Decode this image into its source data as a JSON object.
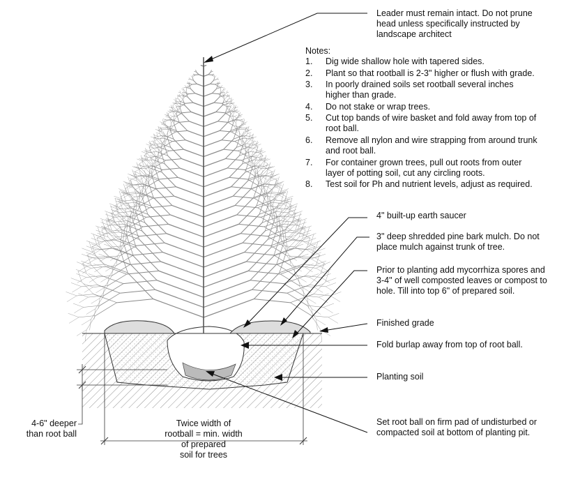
{
  "leader_note": [
    "Leader must remain intact. Do not prune",
    "head unless specifically instructed by",
    "landscape architect"
  ],
  "notes_heading": "Notes:",
  "notes": [
    {
      "num": "1.",
      "lines": [
        "Dig wide shallow hole with tapered sides."
      ]
    },
    {
      "num": "2.",
      "lines": [
        "Plant so that rootball is 2-3\" higher or flush with grade."
      ]
    },
    {
      "num": "3.",
      "lines": [
        "In poorly drained soils set rootball several inches",
        "higher than grade."
      ]
    },
    {
      "num": "4.",
      "lines": [
        "Do not stake or wrap trees."
      ]
    },
    {
      "num": "5.",
      "lines": [
        "Cut top bands of wire basket and fold away from top of",
        "root ball."
      ]
    },
    {
      "num": "6.",
      "lines": [
        "Remove all nylon and wire strapping from around trunk",
        "and root ball."
      ]
    },
    {
      "num": "7.",
      "lines": [
        "For container grown trees, pull out roots from outer",
        "layer of potting soil, cut any circling roots."
      ]
    },
    {
      "num": "8.",
      "lines": [
        "Test soil for Ph and nutrient levels, adjust as required."
      ]
    }
  ],
  "callouts": {
    "saucer": [
      "4\" built-up earth saucer"
    ],
    "mulch": [
      "3\" deep shredded pine bark mulch. Do not",
      "place mulch against trunk of tree."
    ],
    "mycorrhiza": [
      "Prior to planting add mycorrhiza spores and",
      "3-4\" of well composted leaves or compost to",
      "hole. Till into top 6\" of prepared soil."
    ],
    "finished_grade": [
      "Finished grade"
    ],
    "burlap": [
      "Fold burlap away from top of root ball."
    ],
    "planting_soil": [
      "Planting soil"
    ],
    "root_ball_pad": [
      "Set root ball on firm pad of undisturbed or",
      "compacted soil at bottom of planting pit."
    ]
  },
  "dimensions": {
    "depth": [
      "4-6\" deeper",
      "than root ball"
    ],
    "width": [
      "Twice width of",
      "rootball = min. width",
      "of prepared",
      "soil for trees"
    ]
  },
  "colors": {
    "ink": "#111111",
    "foliage": "#8a8a8a",
    "soil_hatch": "#666666"
  }
}
